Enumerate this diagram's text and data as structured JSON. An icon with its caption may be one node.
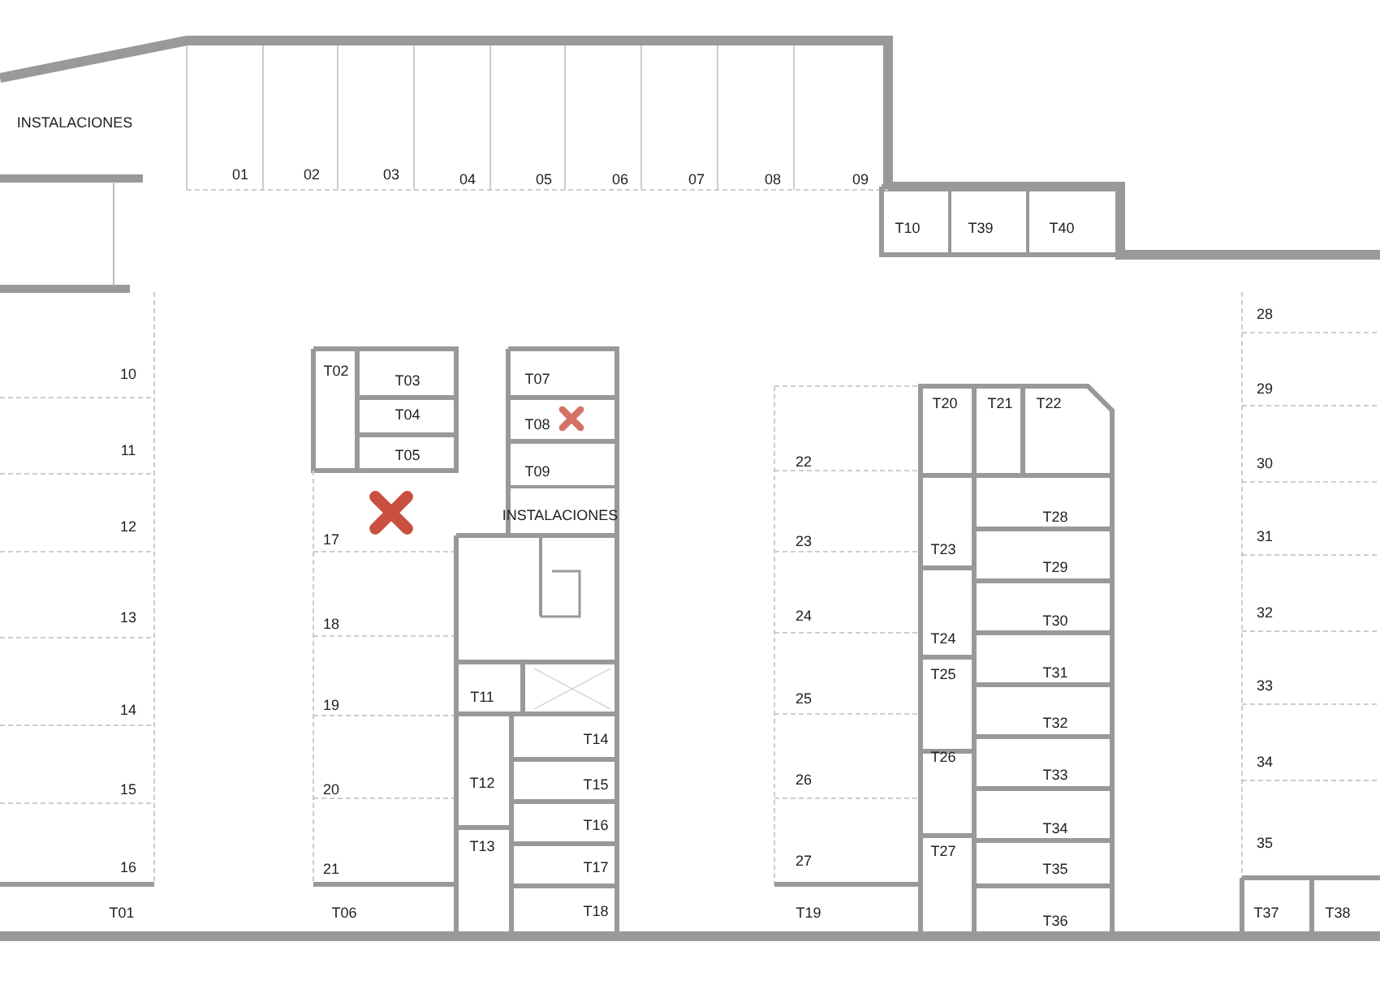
{
  "diagram": {
    "labels": [
      "INSTALACIONES",
      "01",
      "02",
      "03",
      "04",
      "05",
      "06",
      "07",
      "08",
      "09",
      "T10",
      "T39",
      "T40",
      "28",
      "10",
      "T02",
      "T03",
      "T07",
      "29",
      "T20",
      "T21",
      "T22",
      "T04",
      "T08",
      "11",
      "T05",
      "22",
      "30",
      "T09",
      "12",
      "17",
      "INSTALACIONES",
      "23",
      "T28",
      "31",
      "T23",
      "T29",
      "13",
      "18",
      "24",
      "T30",
      "32",
      "T24",
      "T25",
      "T31",
      "19",
      "T11",
      "33",
      "14",
      "25",
      "T32",
      "T14",
      "T26",
      "34",
      "15",
      "20",
      "T12",
      "T15",
      "26",
      "T33",
      "T16",
      "T34",
      "T13",
      "35",
      "16",
      "21",
      "T17",
      "27",
      "T27",
      "T35",
      "T01",
      "T06",
      "T18",
      "T19",
      "T36",
      "T37",
      "T38"
    ]
  }
}
